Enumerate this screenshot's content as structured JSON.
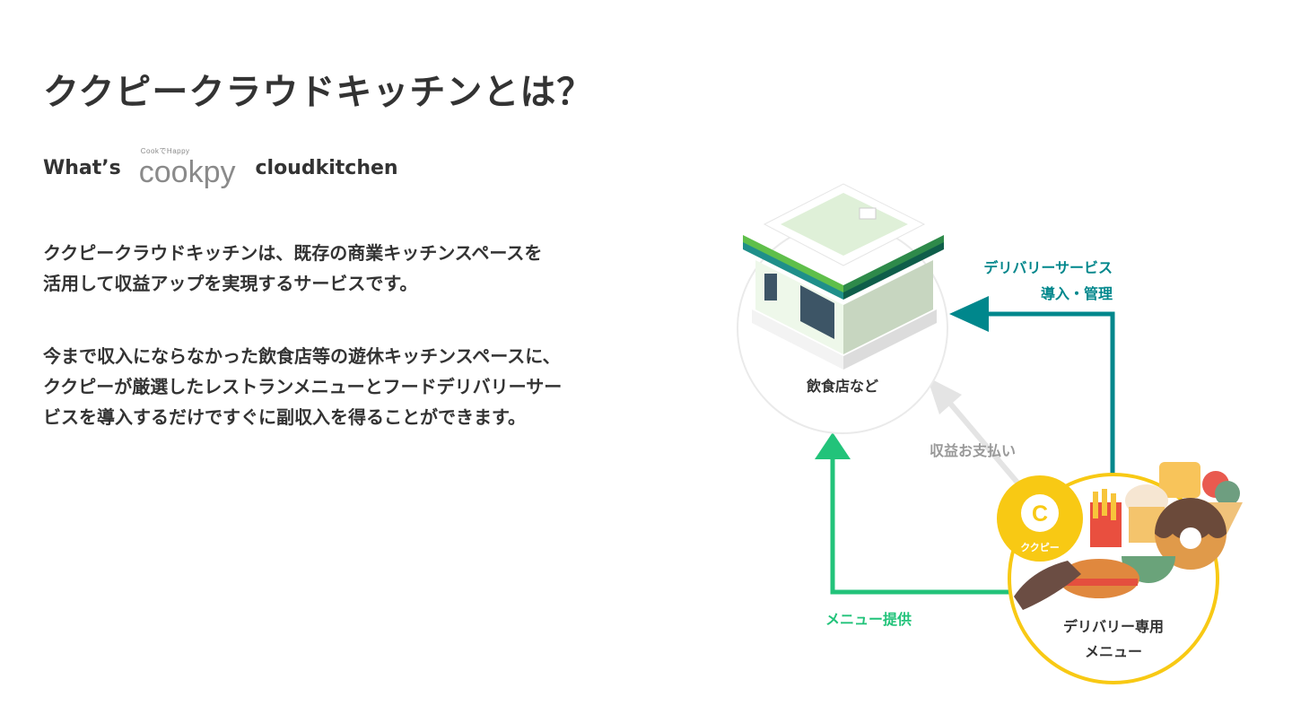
{
  "page": {
    "title": "ククピークラウドキッチンとは？",
    "subtitle": {
      "prefix": "What’s",
      "logo_text": "cookpy",
      "logo_tagline": "CookでHappy",
      "suffix": "cloudkitchen"
    },
    "paragraph1": [
      "ククピークラウドキッチンは、既存の商業キッチンスペースを",
      "活用して収益アップを実現するサービスです。"
    ],
    "paragraph2": [
      "今まで収入にならなかった飲食店等の遊休キッチンスペースに、",
      "ククピーが厳選したレストランメニューとフードデリバリーサー",
      "ビスを導入するだけですぐに副収入を得ることができます。"
    ]
  },
  "diagram": {
    "restaurant_label": "飲食店など",
    "delivery_service_label": [
      "デリバリーサービス",
      "導入・管理"
    ],
    "revenue_label": "収益お支払い",
    "menu_label": "メニュー提供",
    "delivery_menu_label": [
      "デリバリー専用",
      "メニュー"
    ],
    "badge_letter": "C",
    "badge_label": "ククピー",
    "colors": {
      "teal": "#00878c",
      "green": "#22c37a",
      "yellow": "#f8c914",
      "grey_arrow": "#e4e4e4",
      "text": "#333333"
    }
  }
}
